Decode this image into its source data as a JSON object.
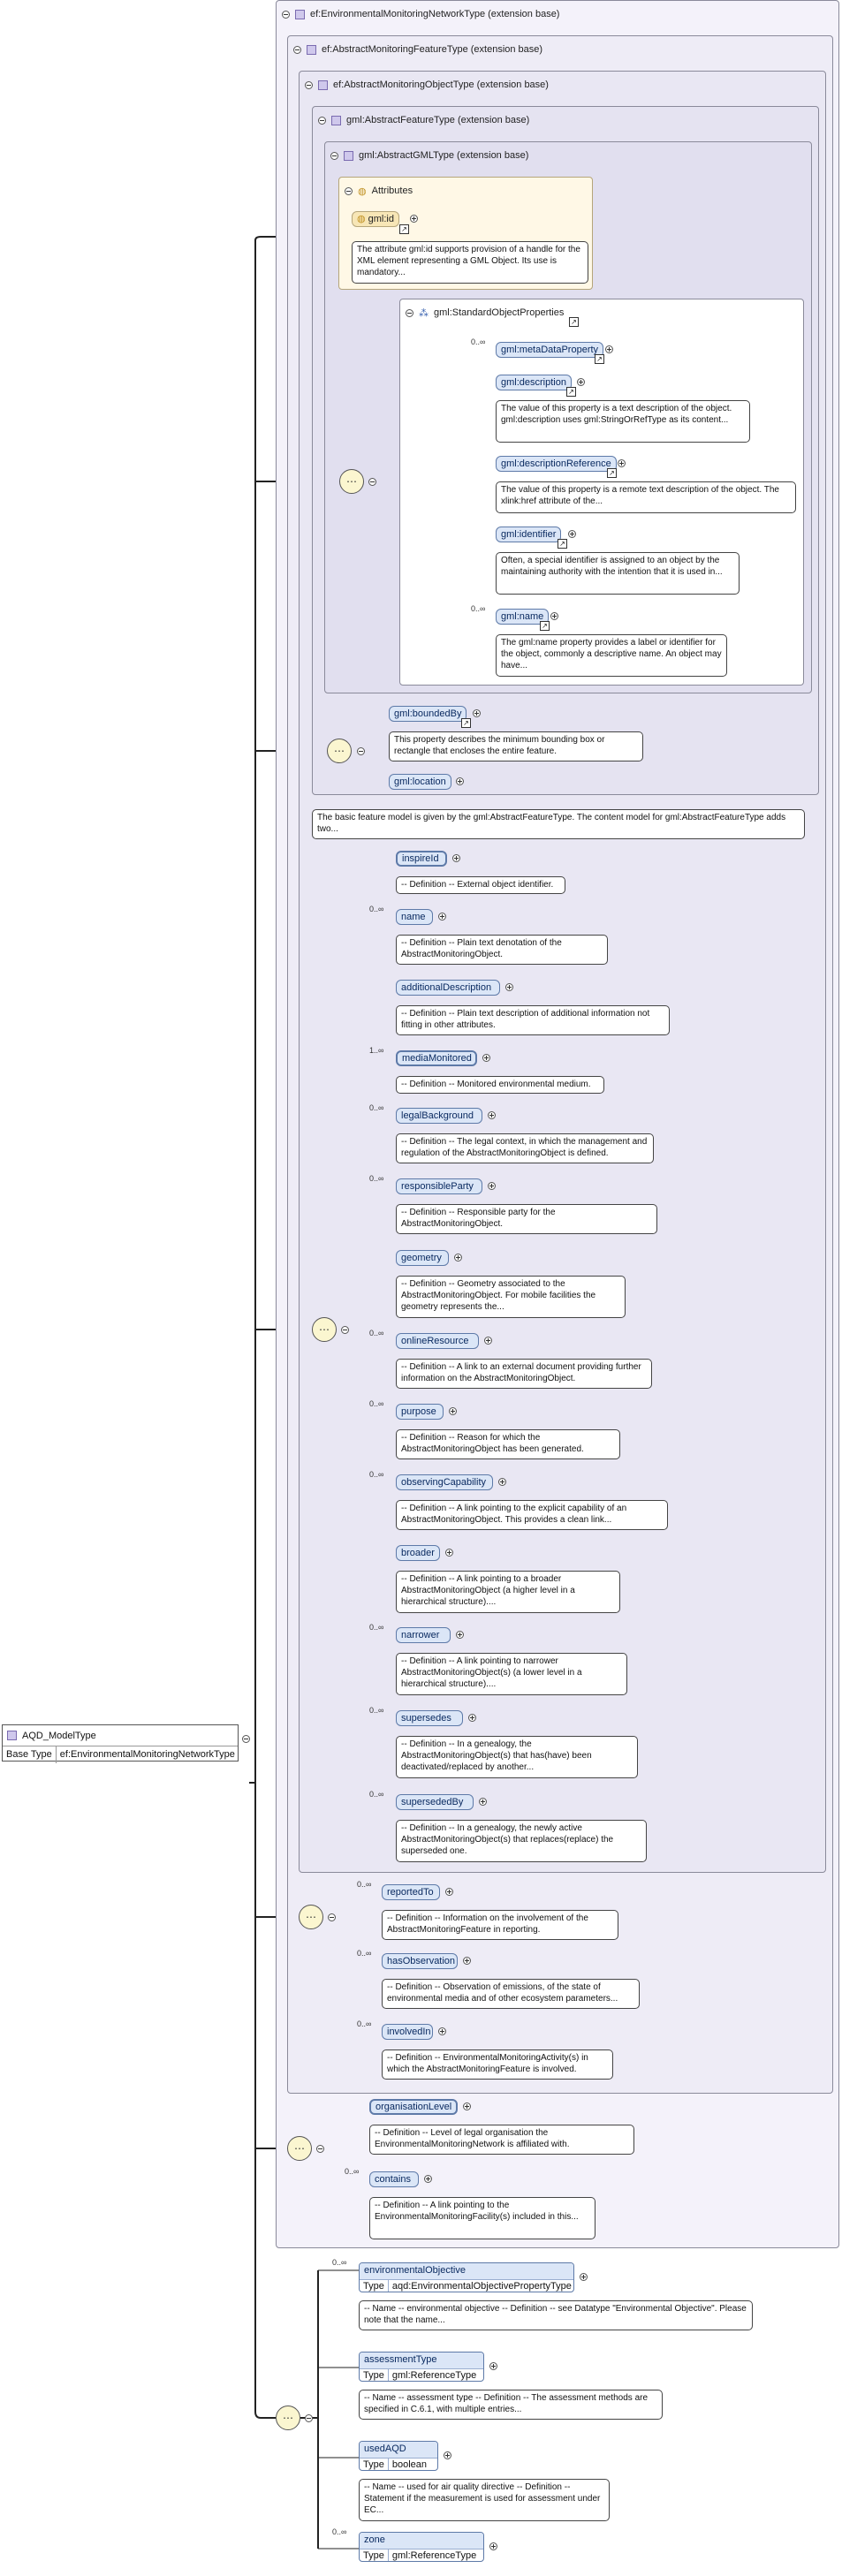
{
  "root": {
    "name": "AQD_ModelType",
    "base_label": "Base Type",
    "base_value": "ef:EnvironmentalMonitoringNetworkType"
  },
  "ext_boxes": [
    "ef:EnvironmentalMonitoringNetworkType (extension base)",
    "ef:AbstractMonitoringFeatureType (extension base)",
    "ef:AbstractMonitoringObjectType (extension base)",
    "gml:AbstractFeatureType (extension base)",
    "gml:AbstractGMLType (extension base)"
  ],
  "attributes": {
    "title": "Attributes",
    "id_label": "gml:id",
    "id_note": "The attribute gml:id supports provision of a handle for the XML element representing a GML Object. Its use is mandatory..."
  },
  "std_props": {
    "title": "gml:StandardObjectProperties",
    "items": [
      {
        "label": "gml:metaDataProperty",
        "mult": "0..∞",
        "note": ""
      },
      {
        "label": "gml:description",
        "mult": "",
        "note": "The value of this property is a text description of the object. gml:description uses gml:StringOrRefType as its content..."
      },
      {
        "label": "gml:descriptionReference",
        "mult": "",
        "note": "The value of this property is a remote text description of the object. The xlink:href attribute of the..."
      },
      {
        "label": "gml:identifier",
        "mult": "",
        "note": "Often, a special identifier is assigned to an object by the maintaining authority with the intention that it is used in..."
      },
      {
        "label": "gml:name",
        "mult": "0..∞",
        "note": "The gml:name property provides a label or identifier for the object, commonly a descriptive name. An object may have..."
      }
    ]
  },
  "feature_props": [
    {
      "label": "gml:boundedBy",
      "note": "This property describes the minimum bounding box or rectangle that encloses the entire feature."
    },
    {
      "label": "gml:location",
      "note": ""
    }
  ],
  "feature_note": "The basic feature model is given by the gml:AbstractFeatureType. The content model for gml:AbstractFeatureType adds two...",
  "monitoring_object": [
    {
      "label": "inspireId",
      "mult": "",
      "req": true,
      "note": "-- Definition -- External object identifier."
    },
    {
      "label": "name",
      "mult": "0..∞",
      "req": false,
      "note": "-- Definition -- Plain text denotation of the AbstractMonitoringObject."
    },
    {
      "label": "additionalDescription",
      "mult": "",
      "req": false,
      "note": "-- Definition -- Plain text description of additional information not fitting in other attributes."
    },
    {
      "label": "mediaMonitored",
      "mult": "1..∞",
      "req": true,
      "note": "-- Definition -- Monitored environmental medium."
    },
    {
      "label": "legalBackground",
      "mult": "0..∞",
      "req": false,
      "note": "-- Definition -- The legal context, in which the management and regulation of the AbstractMonitoringObject is defined."
    },
    {
      "label": "responsibleParty",
      "mult": "0..∞",
      "req": false,
      "note": "-- Definition -- Responsible party for the AbstractMonitoringObject."
    },
    {
      "label": "geometry",
      "mult": "",
      "req": false,
      "note": "-- Definition -- Geometry associated to the AbstractMonitoringObject. For mobile facilities the geometry represents the..."
    },
    {
      "label": "onlineResource",
      "mult": "0..∞",
      "req": false,
      "note": "-- Definition -- A link to an external document providing further information on the AbstractMonitoringObject."
    },
    {
      "label": "purpose",
      "mult": "0..∞",
      "req": false,
      "note": "-- Definition -- Reason for which the AbstractMonitoringObject has been generated."
    },
    {
      "label": "observingCapability",
      "mult": "0..∞",
      "req": false,
      "note": "-- Definition -- A link pointing to the explicit capability of an AbstractMonitoringObject. This provides a clean link..."
    },
    {
      "label": "broader",
      "mult": "",
      "req": false,
      "note": "-- Definition -- A link pointing to a broader AbstractMonitoringObject (a higher level in a hierarchical structure)...."
    },
    {
      "label": "narrower",
      "mult": "0..∞",
      "req": false,
      "note": "-- Definition -- A link pointing to narrower AbstractMonitoringObject(s) (a lower level in a hierarchical structure)...."
    },
    {
      "label": "supersedes",
      "mult": "0..∞",
      "req": false,
      "note": "-- Definition -- In a genealogy, the AbstractMonitoringObject(s) that has(have) been deactivated/replaced by another..."
    },
    {
      "label": "supersededBy",
      "mult": "0..∞",
      "req": false,
      "note": "-- Definition -- In a genealogy, the newly active AbstractMonitoringObject(s) that replaces(replace) the superseded one."
    }
  ],
  "monitoring_feature": [
    {
      "label": "reportedTo",
      "mult": "0..∞",
      "note": "-- Definition -- Information on the involvement of the AbstractMonitoringFeature in reporting."
    },
    {
      "label": "hasObservation",
      "mult": "0..∞",
      "note": "-- Definition -- Observation of emissions, of the state of environmental media and of other ecosystem parameters..."
    },
    {
      "label": "involvedIn",
      "mult": "0..∞",
      "note": "-- Definition -- EnvironmentalMonitoringActivity(s) in which the AbstractMonitoringFeature is involved."
    }
  ],
  "network": [
    {
      "label": "organisationLevel",
      "mult": "",
      "note": "-- Definition -- Level of legal organisation the EnvironmentalMonitoringNetwork is affiliated with."
    },
    {
      "label": "contains",
      "mult": "0..∞",
      "note": "-- Definition -- A link pointing to the EnvironmentalMonitoringFacility(s) included in this..."
    }
  ],
  "aqd": [
    {
      "label": "environmentalObjective",
      "mult": "0..∞",
      "type_label": "Type",
      "type": "aqd:EnvironmentalObjectivePropertyType",
      "note": "-- Name -- environmental objective -- Definition -- see Datatype \"Environmental Objective\". Please note that the name..."
    },
    {
      "label": "assessmentType",
      "mult": "",
      "type_label": "Type",
      "type": "gml:ReferenceType",
      "note": "-- Name -- assessment type -- Definition -- The assessment methods are specified in C.6.1, with multiple entries..."
    },
    {
      "label": "usedAQD",
      "mult": "",
      "type_label": "Type",
      "type": "boolean",
      "note": "-- Name -- used for air quality directive -- Definition -- Statement if the measurement is used for assessment under EC..."
    },
    {
      "label": "zone",
      "mult": "0..∞",
      "type_label": "Type",
      "type": "gml:ReferenceType",
      "note": ""
    }
  ]
}
